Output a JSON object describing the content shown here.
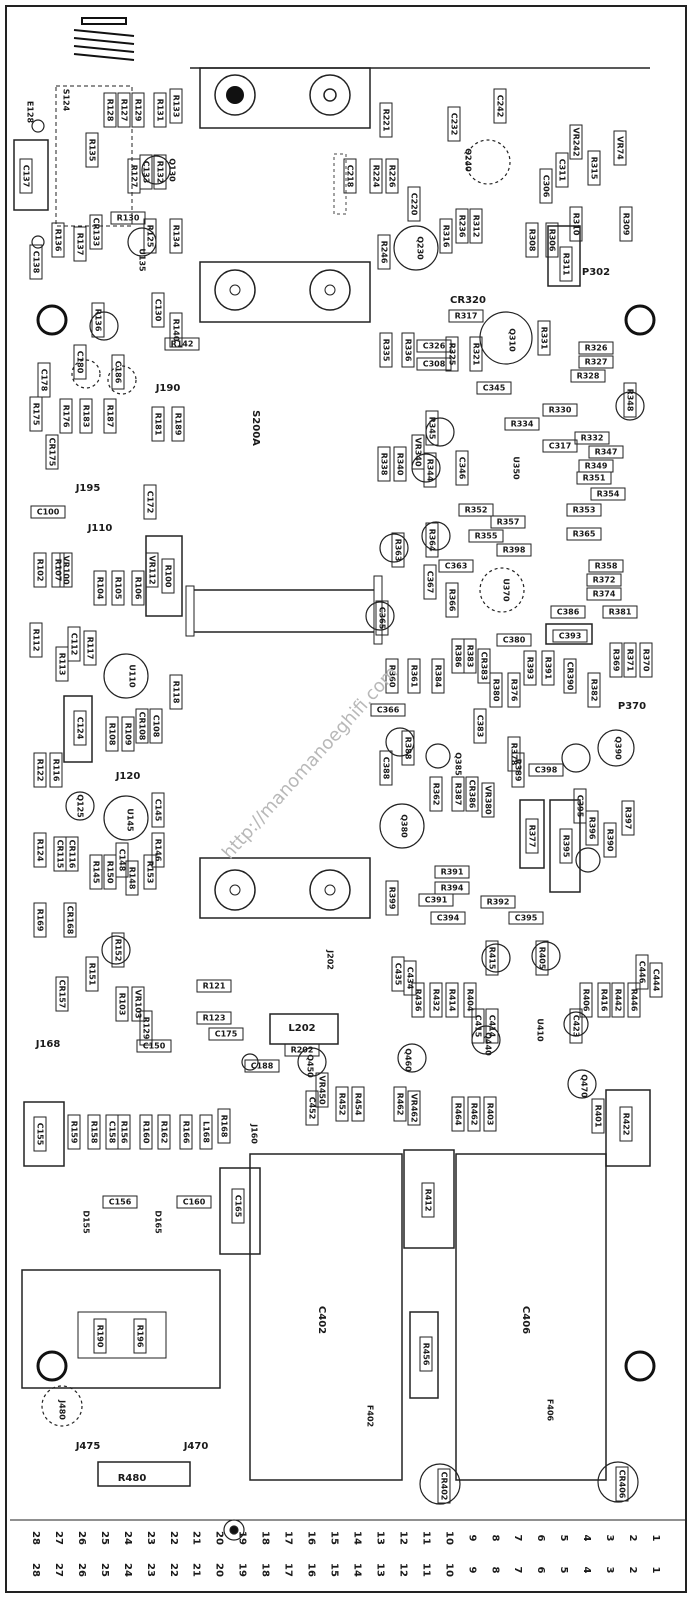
{
  "watermark": "http://manomanoeghifi.com",
  "board": {
    "small_labels": {
      "E128": "E128",
      "S124": "S124",
      "R135": "R135",
      "C137": "C137",
      "R128": "R128",
      "R127": "R127",
      "R129": "R129",
      "R133": "R133",
      "R131": "R131",
      "C133_top": "C133",
      "R132": "R132",
      "R127b": "R127",
      "Q130": "Q130",
      "R136": "R136",
      "R137": "R137",
      "C138": "C138",
      "CR133": "CR133",
      "R130": "R130",
      "U135": "U135",
      "R134": "R134",
      "R125": "R125",
      "R221": "R221",
      "R224": "R224",
      "R226": "R226",
      "C218": "C218",
      "C232": "C232",
      "C242": "C242",
      "Q240": "Q240",
      "C220": "C220",
      "Q230": "Q230",
      "R246": "R246",
      "R316": "R316",
      "R236": "R236",
      "R312": "R312",
      "VR242": "VR242",
      "VR74": "VR74",
      "C306": "C306",
      "C311": "C311",
      "R315": "R315",
      "R310": "R310",
      "R308": "R308",
      "R306": "R306",
      "R309": "R309",
      "R311": "R311",
      "P302": "P302",
      "CR320": "CR320",
      "R317": "R317",
      "R136b": "R136",
      "R140": "R140",
      "R142": "R142",
      "C130": "C130",
      "J190": "J190",
      "C180": "C180",
      "C178": "C178",
      "C186": "C186",
      "R175": "R175",
      "R176": "R176",
      "R183": "R183",
      "R187": "R187",
      "R181": "R181",
      "R189": "R189",
      "CR175": "CR175",
      "J195": "J195",
      "C100": "C100",
      "C172": "C172",
      "J110": "J110",
      "S200A": "S200A",
      "R335": "R335",
      "R336": "R336",
      "C326": "C326",
      "C308": "C308",
      "R325": "R325",
      "R321": "R321",
      "Q310": "Q310",
      "R331": "R331",
      "R326": "R326",
      "R327": "R327",
      "R328": "R328",
      "C345": "C345",
      "R330": "R330",
      "R348": "R348",
      "R334": "R334",
      "R332": "R332",
      "C317": "C317",
      "R347": "R347",
      "R349": "R349",
      "R351": "R351",
      "R354": "R354",
      "R345": "R345",
      "VR340": "VR340",
      "R344": "R344",
      "R338": "R338",
      "R340": "R340",
      "C346": "C346",
      "U350": "U350",
      "R352": "R352",
      "R357": "R357",
      "R353": "R353",
      "R355": "R355",
      "R365": "R365",
      "R398": "R398",
      "R363": "R363",
      "R364": "R364",
      "R102": "R102",
      "VR100": "VR100",
      "R104": "R104",
      "R105": "R105",
      "R106": "R106",
      "VR112": "VR112",
      "R107": "R107",
      "R100": "R100",
      "R112": "R112",
      "R117": "R117",
      "C112": "C112",
      "R113": "R113",
      "U110": "U110",
      "R118": "R118",
      "C365": "C365",
      "C367": "C367",
      "R366": "R366",
      "U370": "U370",
      "C363": "C363",
      "R358": "R358",
      "R372": "R372",
      "R374": "R374",
      "C386": "C386",
      "R381": "R381",
      "C380": "C380",
      "C393": "C393",
      "R360": "R360",
      "R361": "R361",
      "R384": "R384",
      "R386": "R386",
      "R383": "R383",
      "CR383": "CR383",
      "R380": "R380",
      "R376": "R376",
      "R393": "R393",
      "R391b": "R391",
      "CR390": "CR390",
      "R382": "R382",
      "R369": "R369",
      "R371": "R371",
      "R370": "R370",
      "P370": "P370",
      "C124": "C124",
      "R108": "R108",
      "R109": "R109",
      "CR108": "CR108",
      "C108": "C108",
      "J120": "J120",
      "R122": "R122",
      "R116": "R116",
      "C366": "C366",
      "R388": "R388",
      "Q385": "Q385",
      "C383": "C383",
      "C388": "C388",
      "R362": "R362",
      "R387": "R387",
      "CR386": "CR386",
      "VR380": "VR380",
      "R389": "R389",
      "C398": "C398",
      "R377": "R377",
      "R395": "R395",
      "Q390": "Q390",
      "R396": "R396",
      "R390": "R390",
      "R397": "R397",
      "C395_top": "C395",
      "Q380": "Q380",
      "R378": "R378",
      "Q125": "Q125",
      "U145": "U145",
      "C145": "C145",
      "R124": "R124",
      "CR115": "CR115",
      "CR116": "CR116",
      "R145": "R145",
      "R150": "R150",
      "C148": "C148",
      "R148": "R148",
      "R153": "R153",
      "R146": "R146",
      "R391": "R391",
      "R394": "R394",
      "C391": "C391",
      "C394": "C394",
      "R392": "R392",
      "C395": "C395",
      "R399": "R399",
      "R169": "R169",
      "CR168": "CR168",
      "R152": "R152",
      "R151": "R151",
      "CR157": "CR157",
      "J168": "J168",
      "R103": "R103",
      "VR103": "VR103",
      "R129b": "R129",
      "C150": "C150",
      "R121": "R121",
      "R123": "R123",
      "C175": "C175",
      "J202": "J202",
      "L202": "L202",
      "R202": "R202",
      "R415": "R415",
      "R405": "R405",
      "C435": "C435",
      "C434": "C434",
      "R436": "R436",
      "R432": "R432",
      "R414": "R414",
      "R404": "R404",
      "C415": "C415",
      "C414": "C414",
      "U410": "U410",
      "C446": "C446",
      "C444": "C444",
      "R406": "R406",
      "R416": "R416",
      "R442": "R442",
      "R446": "R446",
      "C423": "C423",
      "C188": "C188",
      "Q450": "Q450",
      "VR450": "VR450",
      "C452": "C452",
      "R452": "R452",
      "R454": "R454",
      "Q460": "Q460",
      "R462b": "R462",
      "VR462": "VR462",
      "Q440": "Q440",
      "R464": "R464",
      "R462": "R462",
      "R403": "R403",
      "Q470": "Q470",
      "R401": "R401",
      "R422": "R422",
      "C155": "C155",
      "R159": "R159",
      "R158": "R158",
      "C158": "C158",
      "R156": "R156",
      "R160": "R160",
      "R162": "R162",
      "R166": "R166",
      "L168": "L168",
      "R168": "R168",
      "J160": "J160",
      "C156": "C156",
      "C160": "C160",
      "C165": "C165",
      "D155": "D155",
      "D165": "D165",
      "R412": "R412",
      "C402": "C402",
      "C406": "C406",
      "R456": "R456",
      "F402": "F402",
      "F406": "F406",
      "R190": "R190",
      "R196": "R196",
      "J480": "J480",
      "J475": "J475",
      "J470": "J470",
      "R480": "R480",
      "CR402": "CR402",
      "CR406": "CR406"
    },
    "pin_numbers": [
      "28",
      "27",
      "26",
      "25",
      "24",
      "23",
      "22",
      "21",
      "20",
      "19",
      "18",
      "17",
      "16",
      "15",
      "14",
      "13",
      "12",
      "11",
      "10",
      "9",
      "8",
      "7",
      "6",
      "5",
      "4",
      "3",
      "2",
      "1"
    ]
  }
}
